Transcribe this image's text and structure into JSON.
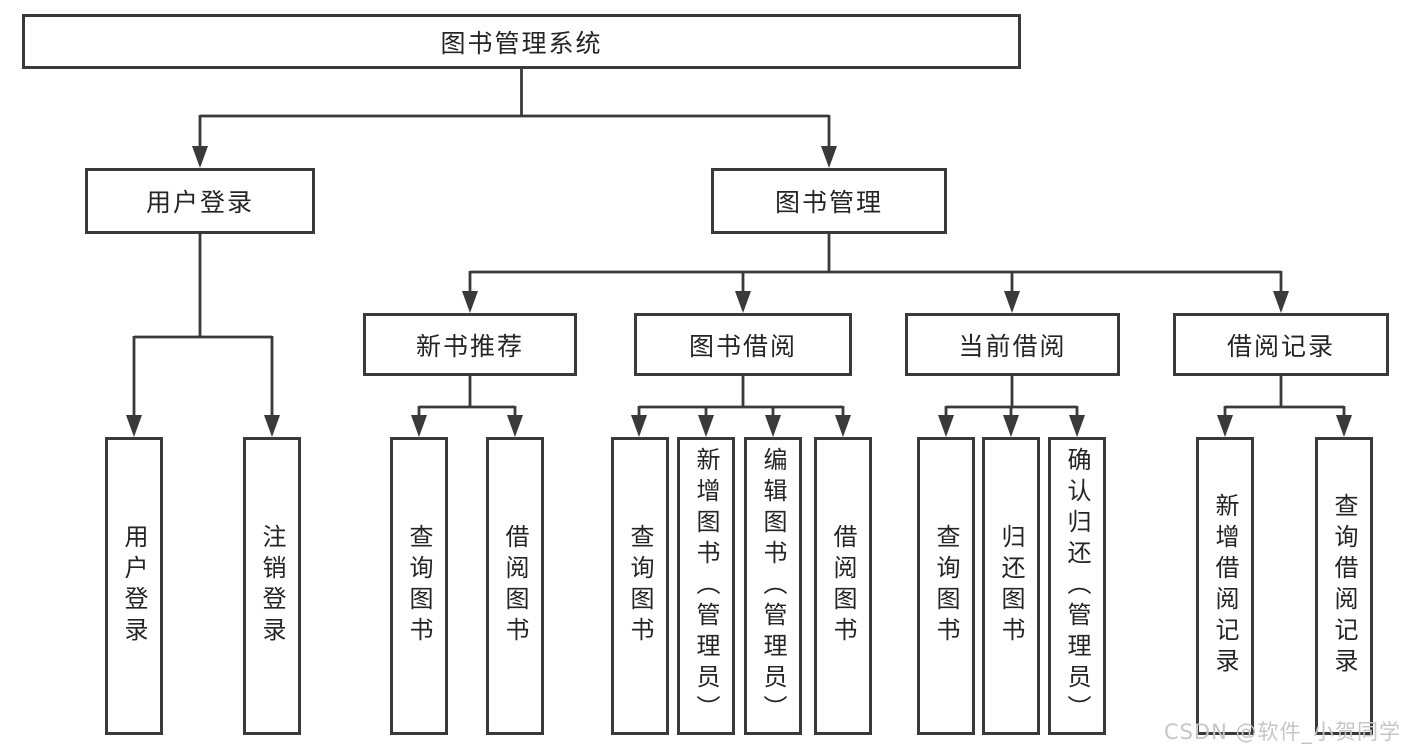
{
  "nodes": {
    "root": "图书管理系统",
    "userLogin": "用户登录",
    "bookMgmt": "图书管理",
    "newBookRec": "新书推荐",
    "bookBorrow": "图书借阅",
    "currentBorrow": "当前借阅",
    "borrowRecord": "借阅记录",
    "leafUserLogin": "用户登录",
    "leafLogout": "注销登录",
    "leafQueryBook1": "查询图书",
    "leafBorrowBook1": "借阅图书",
    "leafQueryBook2": "查询图书",
    "leafAddBook": "新增图书（管理员）",
    "leafEditBook": "编辑图书（管理员）",
    "leafBorrowBook2": "借阅图书",
    "leafQueryBook3": "查询图书",
    "leafReturnBook": "归还图书",
    "leafConfirmReturn": "确认归还（管理员）",
    "leafAddBorrowRecord": "新增借阅记录",
    "leafQueryBorrowRecord": "查询借阅记录"
  },
  "watermark": "CSDN @软件_小贺同学",
  "colors": {
    "line": "#3a3a3a",
    "text": "#252525",
    "watermark": "#c6c6c6",
    "background": "#ffffff"
  }
}
